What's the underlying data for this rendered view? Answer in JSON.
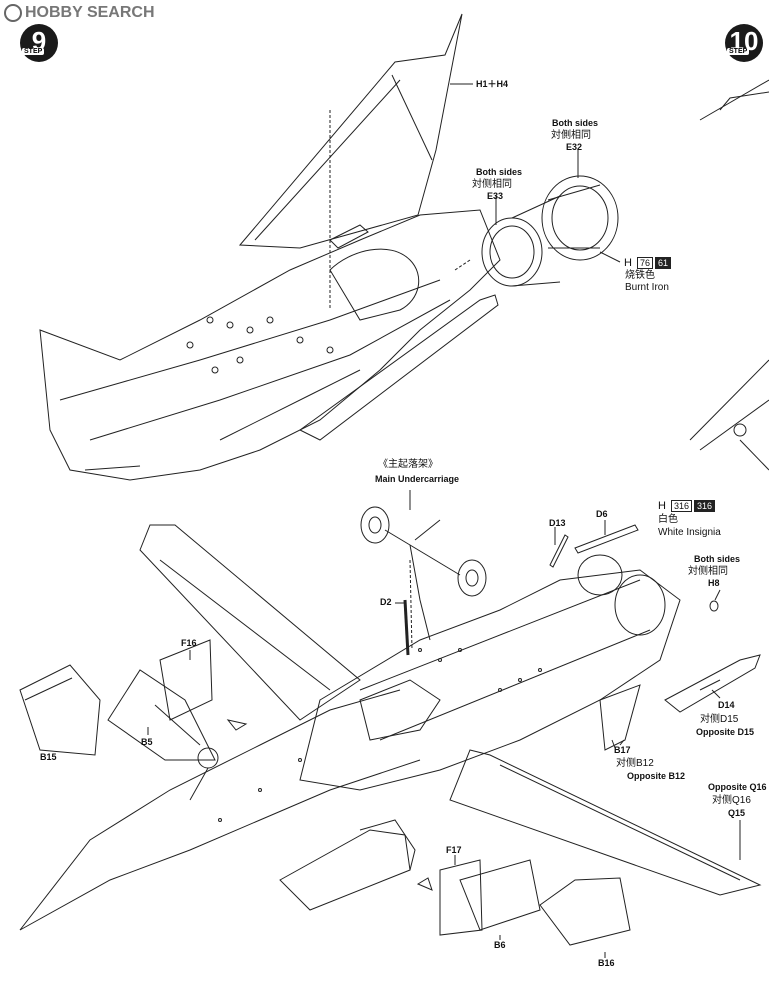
{
  "watermark": {
    "logo_text": "HOBBY SEARCH"
  },
  "steps": [
    {
      "number": "9",
      "label": "STEP"
    },
    {
      "number": "10",
      "label": "STEP"
    }
  ],
  "callouts": {
    "h1h4": "H1＋H4",
    "e32_both": "Both sides",
    "e32_cn": "対側相同",
    "e32_part": "E32",
    "e33_both": "Both sides",
    "e33_cn": "対侧相同",
    "e33_part": "E33",
    "burnt_code_h": "H",
    "burnt_code_1": "76",
    "burnt_code_2": "61",
    "burnt_cn": "烧铁色",
    "burnt_en": "Burnt Iron",
    "main_uc_cn": "《主起落架》",
    "main_uc_en": "Main Undercarriage",
    "white_code_h": "H",
    "white_code_1": "316",
    "white_code_2": "316",
    "white_cn": "白色",
    "white_en": "White Insignia",
    "d13": "D13",
    "d6": "D6",
    "h8_both": "Both sides",
    "h8_cn": "対侧相同",
    "h8_part": "H8",
    "d2": "D2",
    "f16": "F16",
    "b5": "B5",
    "b15": "B15",
    "d14": "D14",
    "d15_cn": "对侧D15",
    "d15_en": "Opposite D15",
    "b17": "B17",
    "b12_cn": "对侧B12",
    "b12_en": "Opposite B12",
    "q16_en": "Opposite Q16",
    "q16_cn": "对侧Q16",
    "q15": "Q15",
    "f17": "F17",
    "b6": "B6",
    "b16": "B16"
  }
}
